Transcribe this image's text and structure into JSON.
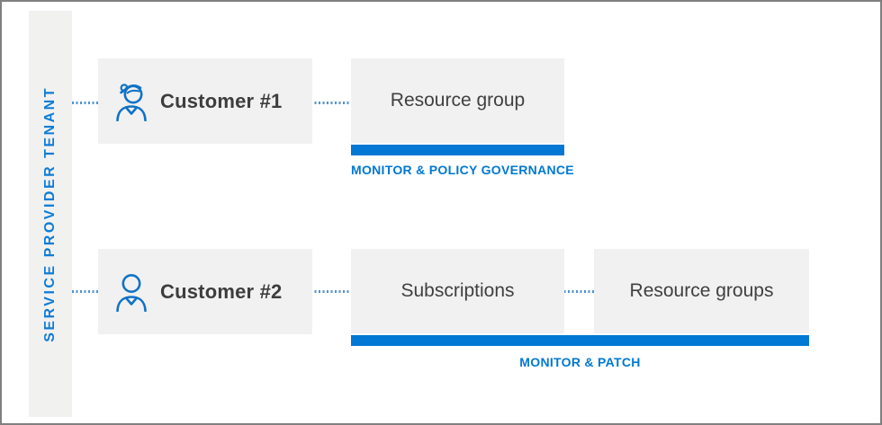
{
  "sidebar": {
    "label": "SERVICE PROVIDER TENANT"
  },
  "rows": [
    {
      "customer": {
        "label": "Customer #1",
        "icon": "person-cap-icon"
      },
      "boxes": [
        {
          "label": "Resource group"
        }
      ],
      "governance_label": "MONITOR & POLICY GOVERNANCE"
    },
    {
      "customer": {
        "label": "Customer #2",
        "icon": "person-icon"
      },
      "boxes": [
        {
          "label": "Subscriptions"
        },
        {
          "label": "Resource groups"
        }
      ],
      "governance_label": "MONITOR & PATCH"
    }
  ],
  "colors": {
    "accent_blue": "#0078d4",
    "icon_blue": "#1072c6",
    "vertical_text_blue": "#0f7cd6",
    "connector_blue": "#4f94d4",
    "box_background": "#f1f1f1",
    "box_text": "#404040",
    "border_gray": "#808080"
  }
}
